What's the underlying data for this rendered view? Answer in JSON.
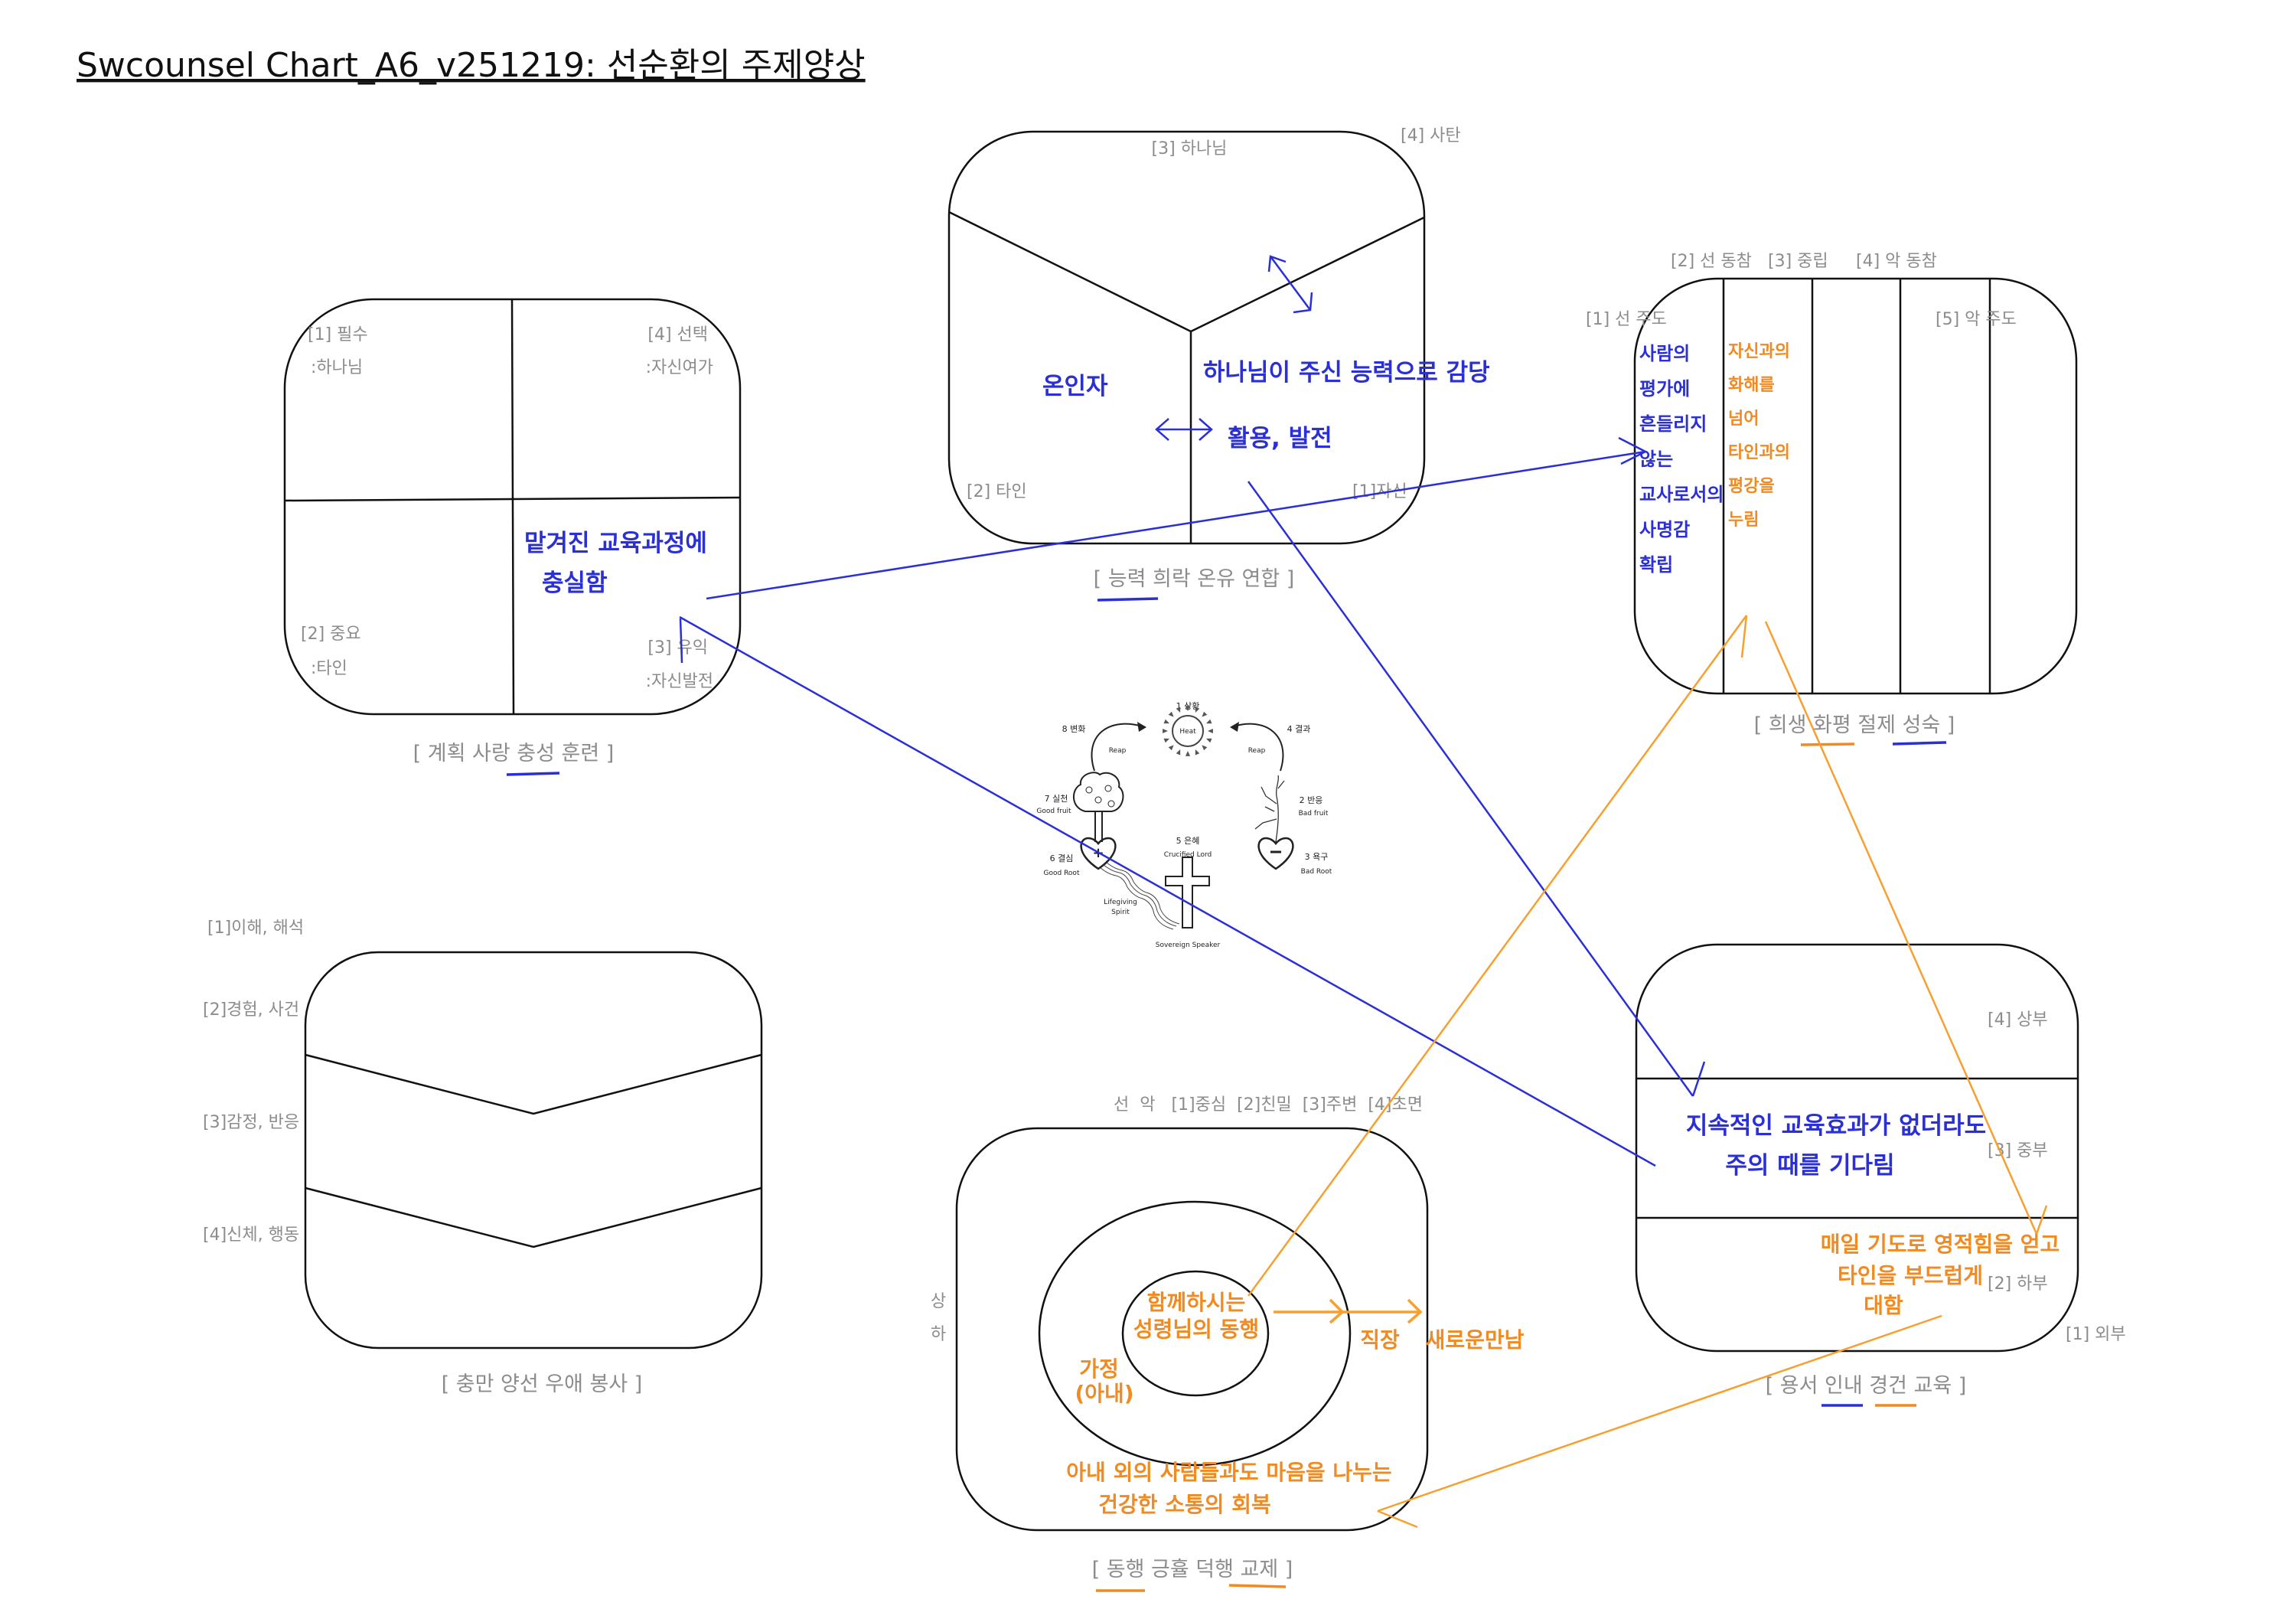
{
  "title": "Swcounsel Chart_A6_v251219: 선순환의 주제양상",
  "colors": {
    "blue_ink": "#2a2fd6",
    "orange_ink": "#f08a22",
    "label_gray": "#8c8c8c"
  },
  "quadrant_box": {
    "q1": "[1] 필수",
    "q1_sub": ":하나님",
    "q4": "[4] 선택",
    "q4_sub": ":자신여가",
    "q2": "[2] 중요",
    "q2_sub": ":타인",
    "q3": "[3] 유익",
    "q3_sub": ":자신발전",
    "caption": "[ 계획 사랑 충성 훈련 ]",
    "note_line1": "맡겨진 교육과정에",
    "note_line2": "충실함"
  },
  "y_box": {
    "top": "[3] 하나님",
    "corner": "[4] 사탄",
    "left": "[2] 타인",
    "right": "[1]자신",
    "caption": "[ 능력 희락 온유 연합 ]",
    "note_left": "온인자",
    "note_right1": "하나님이 주신 능력으로 감당",
    "note_right2": "활용, 발전"
  },
  "column_box": {
    "headers": [
      "[2] 선 동참",
      "[3] 중립",
      "[4] 악 동참"
    ],
    "side_left": "[1] 선 주도",
    "side_right": "[5] 악 주도",
    "caption": "[ 희생 화평 절제 성숙 ]",
    "blue_note": [
      "사람의",
      "평가에",
      "흔들리지",
      "않는",
      "교사로서의",
      "사명감",
      "확립"
    ],
    "orange_note": [
      "자신과의",
      "화해를",
      "넘어",
      "타인과의",
      "평강을",
      "누림"
    ]
  },
  "chevron_box": {
    "levels": [
      "[1]이해, 해석",
      "[2]경험, 사건",
      "[3]감정, 반응",
      "[4]신체, 행동"
    ],
    "caption": "[ 충만 양선 우애 봉사 ]"
  },
  "circle_box": {
    "header": "선  악   [1]중심  [2]친밀  [3]주변  [4]초면",
    "side_top": "상",
    "side_bottom": "하",
    "caption": "[ 동행 긍휼 덕행 교제 ]",
    "center1": "함께하시는",
    "center2": "성령님의 동행",
    "family1": "가정",
    "family2": "(아내)",
    "work": "직장",
    "new": "새로운만남",
    "bottom1": "아내 외의 사람들과도 마음을 나누는",
    "bottom2": "건강한 소통의 회복"
  },
  "band_box": {
    "upper": "[4] 상부",
    "middle": "[3] 중부",
    "lower": "[2] 하부",
    "outer": "[1] 외부",
    "caption": "[ 용서 인내 경건 교육 ]",
    "blue1": "지속적인 교육효과가 없더라도",
    "blue2": "주의 때를 기다림",
    "orange1": "매일 기도로 영적힘을 얻고",
    "orange2": "타인을 부드럽게",
    "orange3": "대함"
  },
  "cycle": {
    "s1": "1 상황",
    "heat": "Heat",
    "s8": "8 변화",
    "s4": "4 결과",
    "reap": "Reap",
    "s7": "7 실천",
    "good_fruit": "Good fruit",
    "s6": "6 결심",
    "good_root": "Good Root",
    "s5": "5 은혜",
    "crucified": "Crucified Lord",
    "spirit1": "Lifegiving",
    "spirit2": "Spirit",
    "speaker": "Sovereign Speaker",
    "s2": "2 반응",
    "bad_fruit": "Bad fruit",
    "s3": "3 욕구",
    "bad_root": "Bad Root"
  }
}
